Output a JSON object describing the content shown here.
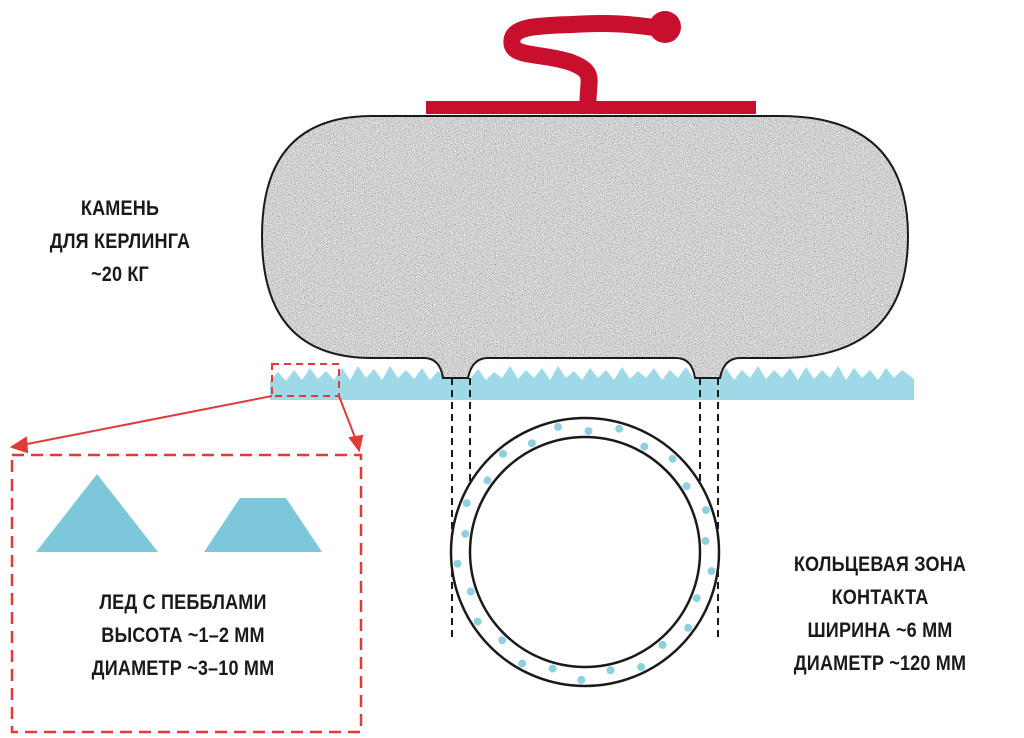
{
  "labels": {
    "stone": {
      "line1": "КАМЕНЬ",
      "line2": "ДЛЯ КЕРЛИНГА",
      "line3": "~20 КГ"
    },
    "pebbles": {
      "line1": "ЛЕД С ПЕББЛАМИ",
      "line2": "ВЫСОТА ~1–2 ММ",
      "line3": "ДИАМЕТР  ~3–10 ММ"
    },
    "contact": {
      "line1": "КОЛЬЦЕВАЯ ЗОНА",
      "line2": "КОНТАКТА",
      "line3": "ШИРИНА ~6 ММ",
      "line4": "ДИАМЕТР ~120 ММ"
    }
  },
  "colors": {
    "handle": "#c8102e",
    "ice": "#9fd8e6",
    "dashed": "#e03a3a",
    "stone": "#c9c9c9",
    "outline": "#1a1a1a"
  },
  "icons": [
    "curling-stone-icon",
    "stone-handle-icon",
    "ice-pebble-icon",
    "contact-ring-icon"
  ]
}
